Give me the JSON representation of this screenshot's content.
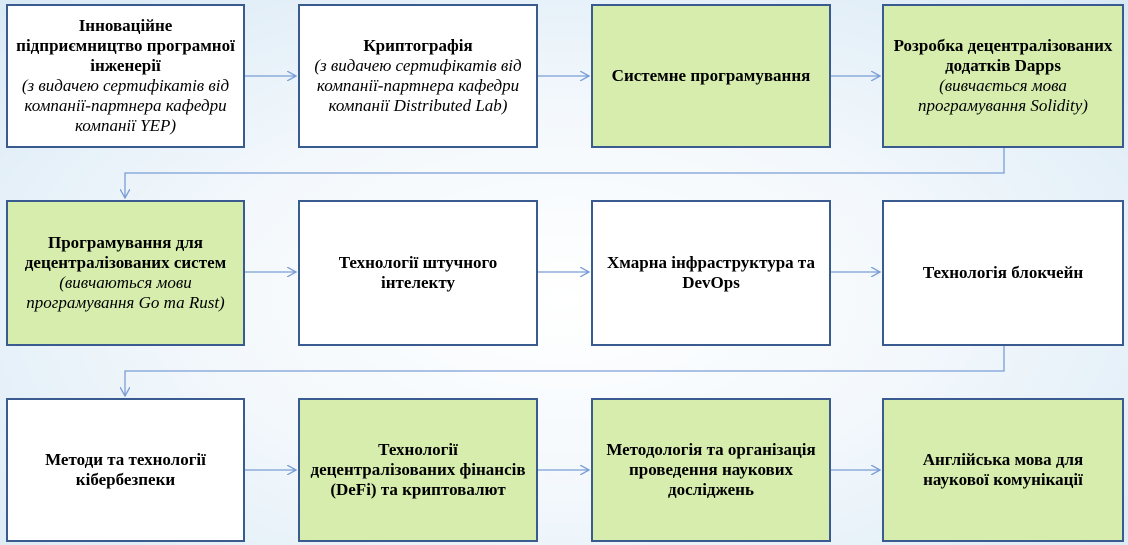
{
  "colors": {
    "box_border": "#3a5b8f",
    "box_white": "#ffffff",
    "box_green": "#d6edae",
    "arrow": "#7b9ed6"
  },
  "boxes": [
    {
      "title": "Інноваційне підприємництво програмної інженерії",
      "note": "(з видачею сертифікатів від компанії-партнера кафедри компанії YEP)",
      "fill": "white"
    },
    {
      "title": "Криптографія",
      "note": "(з видачею сертифікатів від компанії-партнера кафедри компанії Distributed Lab)",
      "fill": "white"
    },
    {
      "title": "Системне програмування",
      "note": "",
      "fill": "green"
    },
    {
      "title": "Розробка децентралізованих додатків Dapps",
      "note": "(вивчається мова програмування Solidity)",
      "fill": "green"
    },
    {
      "title": "Програмування для децентралізованих систем",
      "note": "(вивчаються мови програмування Go та Rust)",
      "fill": "green"
    },
    {
      "title": "Технології штучного інтелекту",
      "note": "",
      "fill": "white"
    },
    {
      "title": "Хмарна інфраструктура та DevOps",
      "note": "",
      "fill": "white"
    },
    {
      "title": "Технологія блокчейн",
      "note": "",
      "fill": "white"
    },
    {
      "title": "Методи та технології кібербезпеки",
      "note": "",
      "fill": "white"
    },
    {
      "title": "Технології децентралізованих фінансів (DeFi) та криптовалют",
      "note": "",
      "fill": "green"
    },
    {
      "title": "Методологія та організація проведення наукових досліджень",
      "note": "",
      "fill": "green"
    },
    {
      "title": "Англійська мова для наукової комунікації",
      "note": "",
      "fill": "green"
    }
  ]
}
